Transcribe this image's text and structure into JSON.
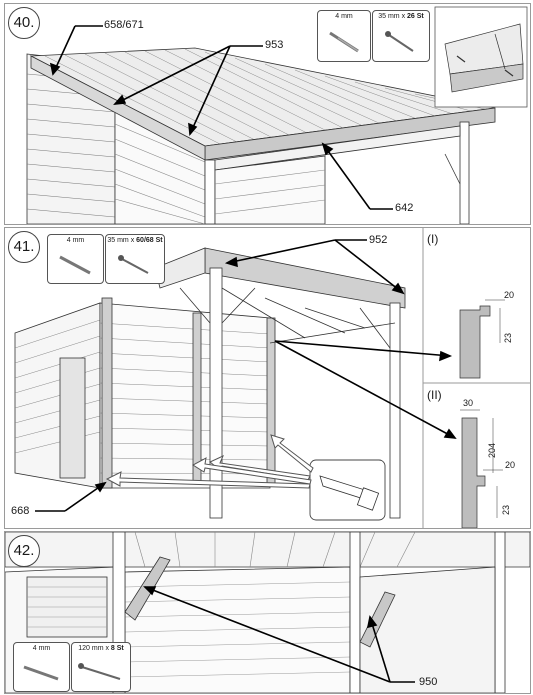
{
  "steps": {
    "s40": {
      "number": "40.",
      "parts": [
        "658/671",
        "953",
        "642"
      ],
      "screw_drill": "4 mm",
      "screw_spec_prefix": "35 mm x ",
      "screw_spec_qty": "26 St"
    },
    "s41": {
      "number": "41.",
      "parts": [
        "952",
        "668"
      ],
      "screw_drill": "4 mm",
      "screw_spec_prefix": "35 mm x ",
      "screw_spec_qty": "60/68 St",
      "detail_I": {
        "label": "(I)",
        "dims": [
          "20",
          "23"
        ]
      },
      "detail_II": {
        "label": "(II)",
        "dims": [
          "30",
          "204",
          "20",
          "23"
        ]
      }
    },
    "s42": {
      "number": "42.",
      "parts": [
        "950"
      ],
      "screw_drill": "4 mm",
      "screw_spec_prefix": "120 mm x ",
      "screw_spec_qty": "8 St"
    }
  }
}
